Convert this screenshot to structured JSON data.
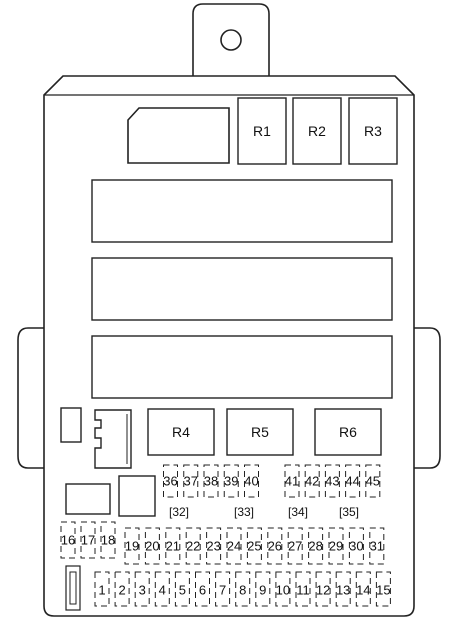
{
  "relays": [
    {
      "id": "r1",
      "label": "R1"
    },
    {
      "id": "r2",
      "label": "R2"
    },
    {
      "id": "r3",
      "label": "R3"
    },
    {
      "id": "r4",
      "label": "R4"
    },
    {
      "id": "r5",
      "label": "R5"
    },
    {
      "id": "r6",
      "label": "R6"
    }
  ],
  "fuses": {
    "bottom_row": [
      "1",
      "2",
      "3",
      "4",
      "5",
      "6",
      "7",
      "8",
      "9",
      "10",
      "11",
      "12",
      "13",
      "14",
      "15"
    ],
    "left_column": [
      "16",
      "17",
      "18"
    ],
    "middle_row": [
      "19",
      "20",
      "21",
      "22",
      "23",
      "24",
      "25",
      "26",
      "27",
      "28",
      "29",
      "30",
      "31"
    ],
    "upper_row_left": [
      "36",
      "37",
      "38",
      "39",
      "40"
    ],
    "upper_row_right": [
      "41",
      "42",
      "43",
      "44",
      "45"
    ],
    "bracket_labels": [
      "[32]",
      "[33]",
      "[34]",
      "[35]"
    ]
  },
  "colors": {
    "stroke": "#222222",
    "background": "#ffffff"
  }
}
